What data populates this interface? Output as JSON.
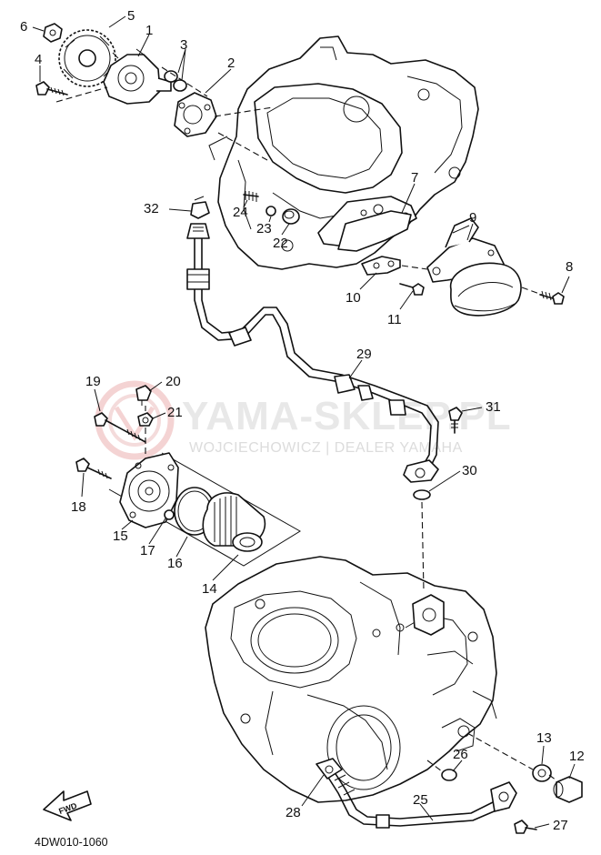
{
  "watermark": {
    "main": "YAMA-SKLEP.PL",
    "sub": "WOJCIECHOWICZ | DEALER YAMAHA",
    "logo_color": "#f2c9c9"
  },
  "diagram_code": "4DW010-1060",
  "fwd_label": "FWD",
  "callouts": [
    {
      "id": "1",
      "label": "1"
    },
    {
      "id": "2",
      "label": "2"
    },
    {
      "id": "3",
      "label": "3"
    },
    {
      "id": "4",
      "label": "4"
    },
    {
      "id": "5",
      "label": "5"
    },
    {
      "id": "6",
      "label": "6"
    },
    {
      "id": "7",
      "label": "7"
    },
    {
      "id": "8",
      "label": "8"
    },
    {
      "id": "9",
      "label": "9"
    },
    {
      "id": "10",
      "label": "10"
    },
    {
      "id": "11",
      "label": "11"
    },
    {
      "id": "12",
      "label": "12"
    },
    {
      "id": "13",
      "label": "13"
    },
    {
      "id": "14",
      "label": "14"
    },
    {
      "id": "15",
      "label": "15"
    },
    {
      "id": "16",
      "label": "16"
    },
    {
      "id": "17",
      "label": "17"
    },
    {
      "id": "18",
      "label": "18"
    },
    {
      "id": "19",
      "label": "19"
    },
    {
      "id": "20",
      "label": "20"
    },
    {
      "id": "21",
      "label": "21"
    },
    {
      "id": "22",
      "label": "22"
    },
    {
      "id": "23",
      "label": "23"
    },
    {
      "id": "24",
      "label": "24"
    },
    {
      "id": "25",
      "label": "25"
    },
    {
      "id": "26",
      "label": "26"
    },
    {
      "id": "27",
      "label": "27"
    },
    {
      "id": "28",
      "label": "28"
    },
    {
      "id": "29",
      "label": "29"
    },
    {
      "id": "30",
      "label": "30"
    },
    {
      "id": "31",
      "label": "31"
    },
    {
      "id": "32",
      "label": "32"
    }
  ]
}
